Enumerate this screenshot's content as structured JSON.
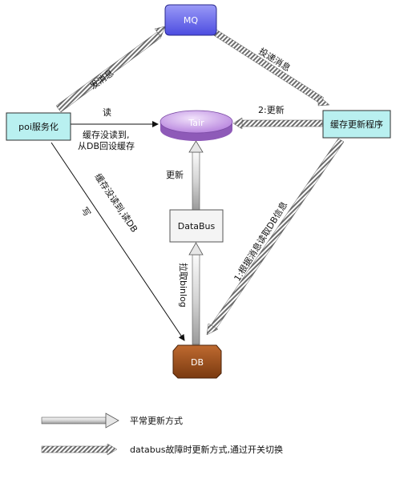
{
  "nodes": {
    "mq": "MQ",
    "poi": "poi服务化",
    "tair": "Tair",
    "updater": "缓存更新程序",
    "databus": "DataBus",
    "db": "DB"
  },
  "edges": {
    "send_msg": "发消息",
    "deliver_msg": "投递消息",
    "read": "读",
    "cache_miss_line1": "缓存没读到,",
    "cache_miss_line2": "从DB回设缓存",
    "update_step2": "2:更新",
    "update": "更新",
    "cache_miss_read_db": "缓存没读到,读DB",
    "write": "写",
    "pull_binlog": "拉取binlog",
    "step1_fetch": "1:根据消息读取DB信息"
  },
  "legend": {
    "normal": "平常更新方式",
    "fallback": "databus故障时更新方式,通过开关切换"
  },
  "colors": {
    "mq": "#6b6bef",
    "poi": "#b9f0f0",
    "tair": "#c99be6",
    "updater": "#b9f0f0",
    "databus": "#f4f4f4",
    "db": "#a0521e"
  }
}
